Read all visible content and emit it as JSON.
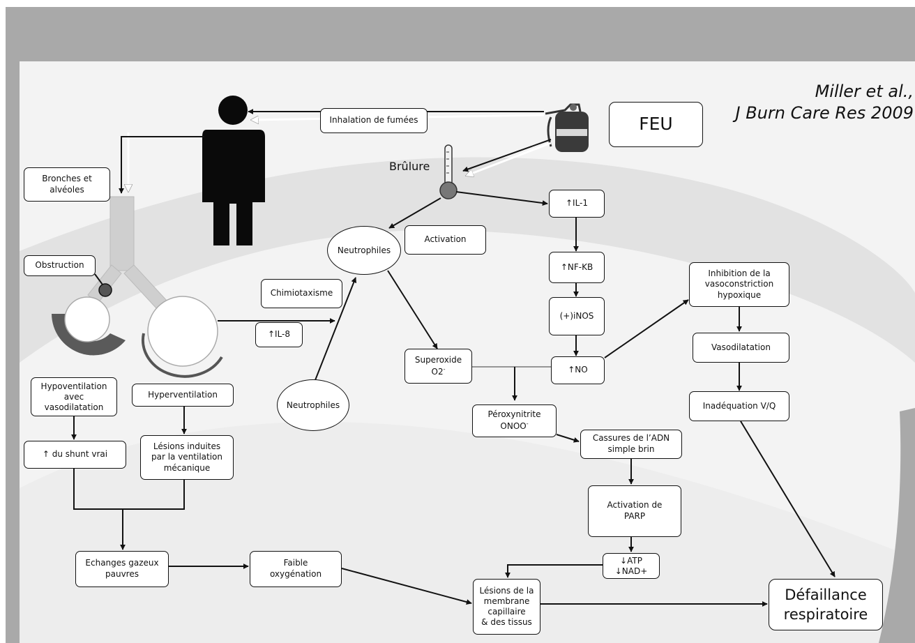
{
  "citation": {
    "line1": "Miller et al.,",
    "line2": "J Burn Care Res 2009"
  },
  "labels": {
    "feu": "FEU",
    "inhalation": "Inhalation de fumées",
    "brulure": "Brûlure",
    "bronches": "Bronches et\nalvéoles",
    "obstruction": "Obstruction",
    "neutrophiles_top": "Neutrophiles",
    "activation": "Activation",
    "chimiotaxisme": "Chimiotaxisme",
    "il8": "↑IL-8",
    "neutrophiles_bottom": "Neutrophiles",
    "il1": "↑IL-1",
    "nfkb": "↑NF-KB",
    "inos": "(+)iNOS",
    "no": "↑NO",
    "superoxide_line1": "Superoxide",
    "superoxide_line2": "O2",
    "superoxide_sup": "-",
    "peroxynitrite_line1": "Péroxynitrite",
    "peroxynitrite_line2": "ONOO",
    "peroxynitrite_sup": "-",
    "cassures": "Cassures de l’ADN\nsimple brin",
    "parp": "Activation de\nPARP",
    "atp": "↓ATP\n↓NAD+",
    "inhibition": "Inhibition de la\nvasoconstriction\nhypoxique",
    "vasodilatation": "Vasodilatation",
    "inadequation": "Inadéquation V/Q",
    "hypoventilation": "Hypoventilation\navec\nvasodilatation",
    "hyperventilation": "Hyperventilation",
    "shunt": "↑ du shunt vrai",
    "lesions_ventilation": "Lésions induites\npar la ventilation\nmécanique",
    "echanges": "Echanges gazeux\npauvres",
    "faible": "Faible\noxygénation",
    "lesions_membrane": "Lésions de la\nmembrane\ncapillaire\n& des tissus",
    "defaillance": "Défaillance\nrespiratoire"
  },
  "icons": [
    "person-icon",
    "fire-extinguisher-icon",
    "thermometer-icon",
    "bronchi-icon",
    "alveolus-icon"
  ],
  "colors": {
    "band": "#a9a9a9",
    "swoosh": "#e6e6e6",
    "line": "#111111",
    "lung": "#c8c8c8",
    "alveolus_dark": "#555555"
  }
}
